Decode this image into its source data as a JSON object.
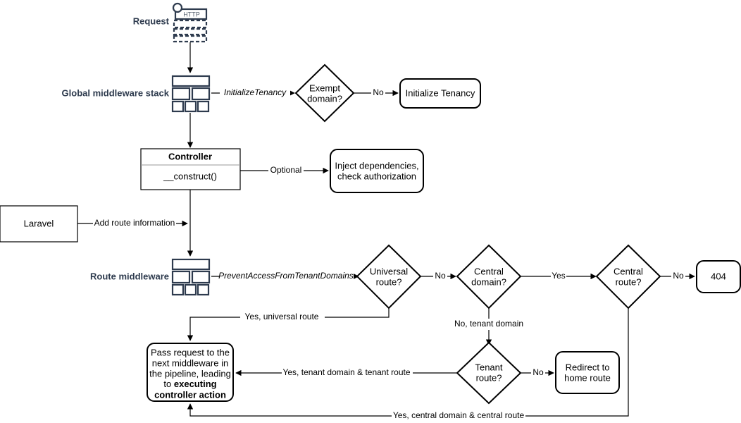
{
  "diagram": {
    "title": "Tenancy request lifecycle flowchart",
    "colors": {
      "stroke": "#000000",
      "icon": "#2e3b4e",
      "background": "#ffffff"
    },
    "side_labels": {
      "request": "Request",
      "global_middleware_stack": "Global middleware stack",
      "route_middleware": "Route middleware"
    },
    "icons": {
      "http_label": "HTTP",
      "request_icon": "http-request-document-icon",
      "stack_icon": "middleware-stack-icon"
    },
    "nodes": {
      "exempt_domain": "Exempt\ndomain?",
      "exempt_domain_line1": "Exempt",
      "exempt_domain_line2": "domain?",
      "initialize_tenancy": "Initialize Tenancy",
      "controller_header": "Controller",
      "controller_method": "__construct()",
      "inject_line1": "Inject dependencies,",
      "inject_line2": "check authorization",
      "laravel": "Laravel",
      "universal_route_line1": "Universal",
      "universal_route_line2": "route?",
      "central_domain_line1": "Central",
      "central_domain_line2": "domain?",
      "central_route_line1": "Central",
      "central_route_line2": "route?",
      "not_found": "404",
      "tenant_route_line1": "Tenant",
      "tenant_route_line2": "route?",
      "redirect_line1": "Redirect to",
      "redirect_line2": "home route",
      "pass_request_line1": "Pass request to the",
      "pass_request_line2": "next middleware in",
      "pass_request_line3": "the pipeline, leading",
      "pass_request_line4": "to ",
      "pass_request_line4_bold": "executing",
      "pass_request_line5_bold": "controller action"
    },
    "edges": {
      "initialize_tenancy_mw": "InitializeTenancy",
      "exempt_no": "No",
      "optional": "Optional",
      "add_route_information": "Add route information",
      "prevent_access": "PreventAccessFromTenantDomains",
      "universal_no": "No",
      "central_domain_yes": "Yes",
      "central_route_no": "No",
      "no_tenant_domain": "No, tenant domain",
      "tenant_route_no": "No",
      "yes_universal_route": "Yes, universal route",
      "yes_tenant_domain_tenant_route": "Yes, tenant domain & tenant route",
      "yes_central_domain_central_route": "Yes, central domain & central route"
    }
  }
}
